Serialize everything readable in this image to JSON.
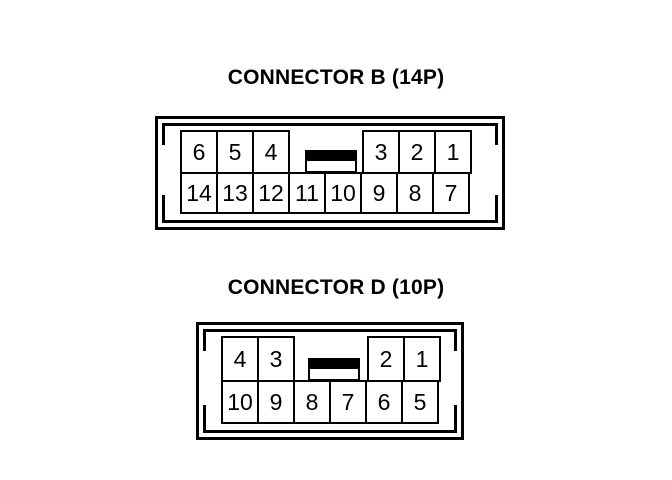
{
  "diagram": {
    "background_color": "#ffffff",
    "line_color": "#000000"
  },
  "connectors": [
    {
      "id": "b",
      "title": "CONNECTOR B (14P)",
      "pin_count": 14,
      "top_row": {
        "left_group": [
          "6",
          "5",
          "4"
        ],
        "right_group": [
          "3",
          "2",
          "1"
        ],
        "gap_cells": 2,
        "has_latch_tab": true
      },
      "bottom_row": [
        "14",
        "13",
        "12",
        "11",
        "10",
        "9",
        "8",
        "7"
      ]
    },
    {
      "id": "d",
      "title": "CONNECTOR D (10P)",
      "pin_count": 10,
      "top_row": {
        "left_group": [
          "4",
          "3"
        ],
        "right_group": [
          "2",
          "1"
        ],
        "gap_cells": 2,
        "has_latch_tab": true
      },
      "bottom_row": [
        "10",
        "9",
        "8",
        "7",
        "6",
        "5"
      ]
    }
  ]
}
